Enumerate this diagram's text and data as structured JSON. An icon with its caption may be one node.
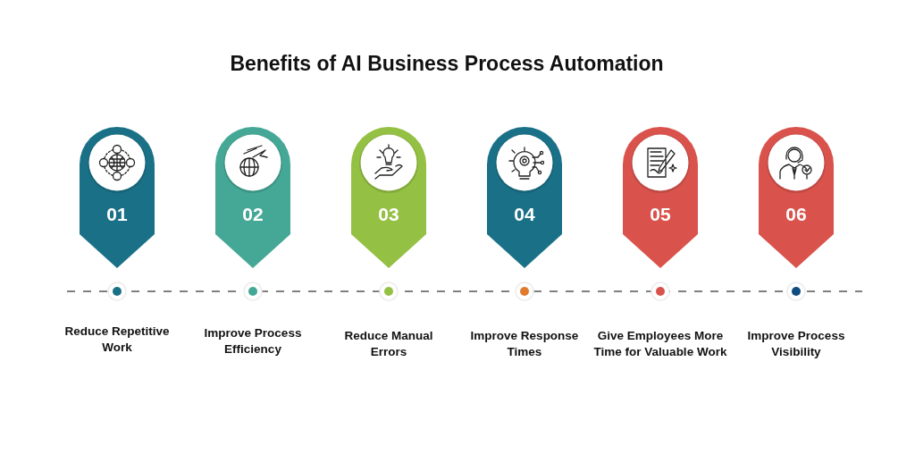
{
  "diagram": {
    "title": "Benefits of AI Business Process Automation",
    "nodes": [
      {
        "text": [
          "01"
        ]
      },
      {
        "text": [
          "02"
        ]
      },
      {
        "text": [
          "03"
        ]
      },
      {
        "text": [
          "04"
        ]
      },
      {
        "text": [
          "05"
        ]
      },
      {
        "text": [
          "06"
        ]
      }
    ],
    "labels": [
      "Reduce Repetitive Work",
      "Improve Process Efficiency",
      "Reduce Manual Errors",
      "Improve Response Times",
      "Give Employees More Time for Valuable Work",
      "Improve Process Visibility"
    ]
  }
}
